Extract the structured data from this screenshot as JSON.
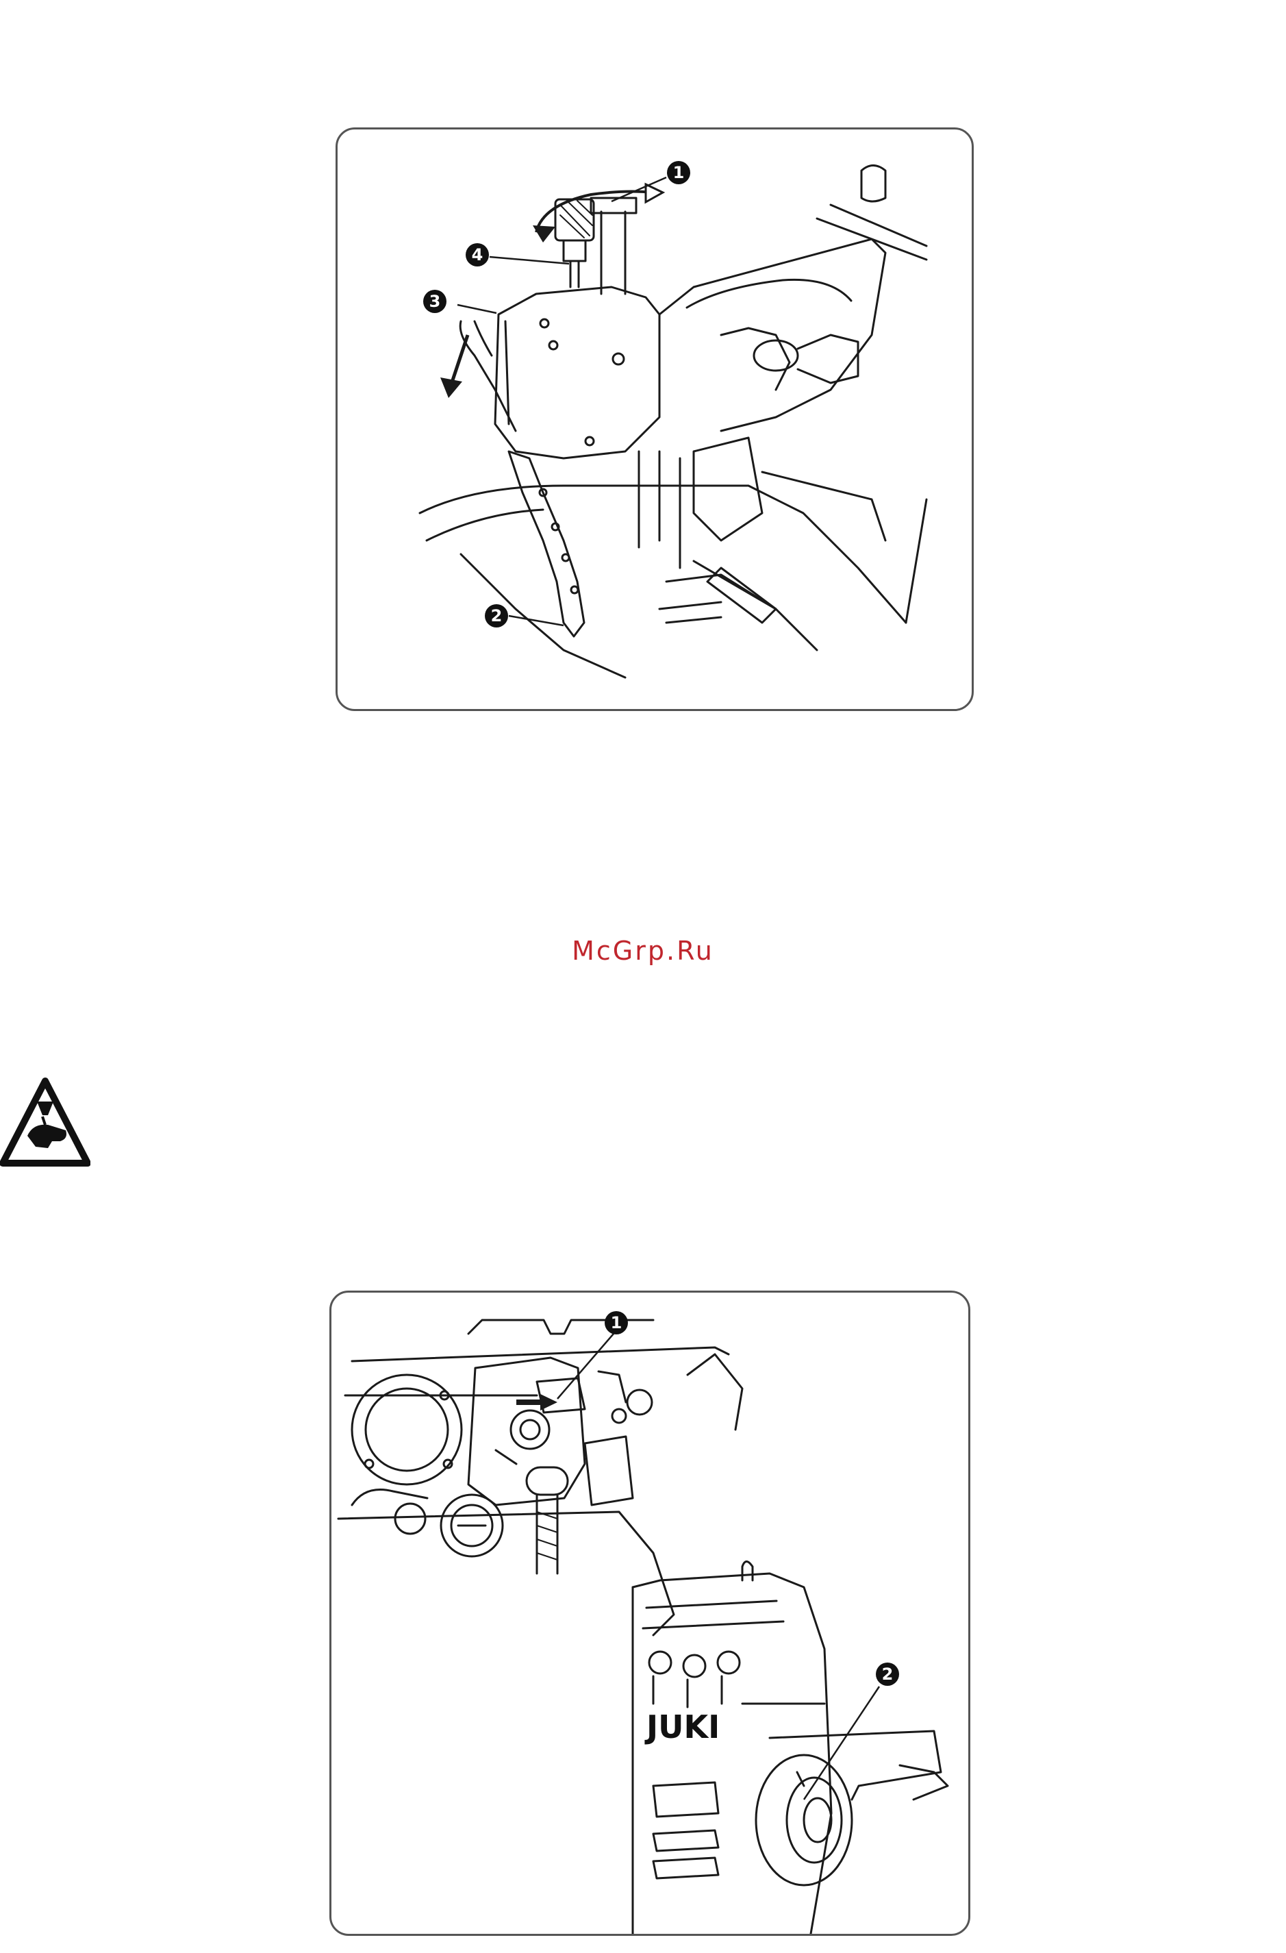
{
  "watermark": {
    "text": "McGrp.Ru"
  },
  "figure1": {
    "callouts": [
      "1",
      "2",
      "3",
      "4"
    ]
  },
  "figure2": {
    "callouts": [
      "1",
      "2"
    ],
    "brand": "JUKI"
  },
  "warning_icon": {
    "icon": "hand-caution-triangle-icon"
  },
  "colors": {
    "watermark": "#c0262d",
    "line": "#1a1a1a",
    "frame": "#555555"
  }
}
